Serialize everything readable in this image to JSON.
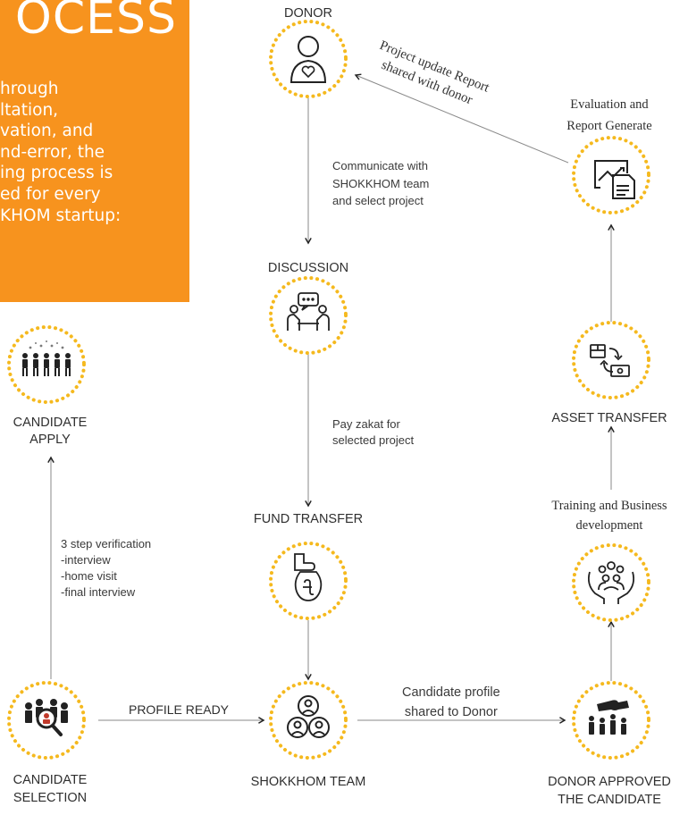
{
  "header": {
    "title_fragment": "OCESS",
    "intro_fragment": "hrough\nltation,\nvation, and\nnd-error, the\ning process is\ned for every\nKHOM startup:"
  },
  "nodes": {
    "donor": {
      "label": "DONOR",
      "icon": "donor-heart-icon"
    },
    "discussion": {
      "label": "DISCUSSION",
      "icon": "discussion-icon"
    },
    "fund_transfer": {
      "label": "FUND TRANSFER",
      "icon": "fund-transfer-icon"
    },
    "shokkhom_team": {
      "label": "SHOKKHOM TEAM",
      "icon": "team-icon"
    },
    "candidate_apply": {
      "label_line1": "CANDIDATE",
      "label_line2": "APPLY",
      "icon": "crowd-icon"
    },
    "candidate_selection": {
      "label_line1": "CANDIDATE",
      "label_line2": "SELECTION",
      "icon": "selection-magnifier-icon"
    },
    "donor_approved": {
      "label_line1": "DONOR APPROVED",
      "label_line2": "THE CANDIDATE",
      "icon": "hand-select-icon"
    },
    "training": {
      "label_line1": "Training and Business",
      "label_line2": "development",
      "icon": "hands-group-icon"
    },
    "asset_transfer": {
      "label": "ASSET TRANSFER",
      "icon": "asset-exchange-icon"
    },
    "evaluation": {
      "label_line1": "Evaluation and",
      "label_line2": "Report Generate",
      "icon": "report-chart-icon"
    }
  },
  "edges": {
    "donor_to_discussion": "Communicate with\nSHOKKHOM team\nand select project",
    "discussion_to_fund": "Pay zakat for\nselected project",
    "selection_to_apply": "3 step verification\n-interview\n-home visit\n-final interview",
    "profile_ready": "PROFILE READY",
    "team_to_donor_approved": "Candidate profile\nshared to Donor",
    "report_to_donor_line1": "Project update Report",
    "report_to_donor_line2": "shared with donor"
  },
  "colors": {
    "orange": "#F7931E",
    "dot_ring": "#F5B91E",
    "line": "#7a7a7a",
    "text": "#2f2f2f"
  }
}
